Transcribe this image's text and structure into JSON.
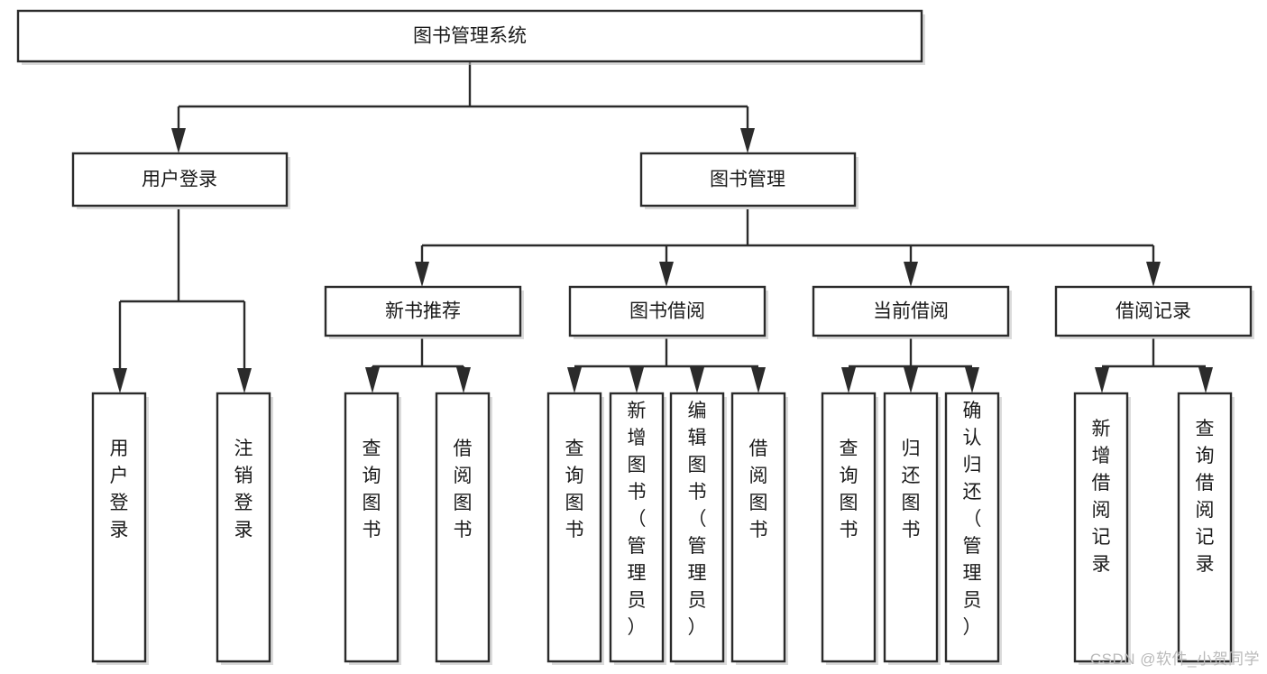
{
  "diagram": {
    "kind": "tree-hierarchy-chart",
    "title": "图书管理系统",
    "orientation": "top-down",
    "box_fill": "#ffffff",
    "box_stroke": "#2b2b2b",
    "text_color": "#1a1a1a",
    "levels": [
      {
        "level": 1,
        "nodes": [
          {
            "id": "root",
            "label": "图书管理系统",
            "text_orientation": "horizontal"
          }
        ]
      },
      {
        "level": 2,
        "nodes": [
          {
            "id": "login",
            "label": "用户登录",
            "text_orientation": "horizontal",
            "parent": "root"
          },
          {
            "id": "bookmgmt",
            "label": "图书管理",
            "text_orientation": "horizontal",
            "parent": "root"
          }
        ]
      },
      {
        "level": 3,
        "nodes": [
          {
            "id": "newbook",
            "label": "新书推荐",
            "text_orientation": "horizontal",
            "parent": "bookmgmt"
          },
          {
            "id": "borrow",
            "label": "图书借阅",
            "text_orientation": "horizontal",
            "parent": "bookmgmt"
          },
          {
            "id": "current",
            "label": "当前借阅",
            "text_orientation": "horizontal",
            "parent": "bookmgmt"
          },
          {
            "id": "record",
            "label": "借阅记录",
            "text_orientation": "horizontal",
            "parent": "bookmgmt"
          }
        ]
      },
      {
        "level": 4,
        "nodes": [
          {
            "id": "leaf-1",
            "label": "用户登录",
            "text_orientation": "vertical",
            "parent": "login"
          },
          {
            "id": "leaf-2",
            "label": "注销登录",
            "text_orientation": "vertical",
            "parent": "login"
          },
          {
            "id": "leaf-3",
            "label": "查询图书",
            "text_orientation": "vertical",
            "parent": "newbook"
          },
          {
            "id": "leaf-4",
            "label": "借阅图书",
            "text_orientation": "vertical",
            "parent": "newbook"
          },
          {
            "id": "leaf-5",
            "label": "查询图书",
            "text_orientation": "vertical",
            "parent": "borrow"
          },
          {
            "id": "leaf-6",
            "label": "新增图书（管理员）",
            "text_orientation": "vertical",
            "parent": "borrow"
          },
          {
            "id": "leaf-7",
            "label": "编辑图书（管理员）",
            "text_orientation": "vertical",
            "parent": "borrow"
          },
          {
            "id": "leaf-8",
            "label": "借阅图书",
            "text_orientation": "vertical",
            "parent": "borrow"
          },
          {
            "id": "leaf-9",
            "label": "查询图书",
            "text_orientation": "vertical",
            "parent": "current"
          },
          {
            "id": "leaf-10",
            "label": "归还图书",
            "text_orientation": "vertical",
            "parent": "current"
          },
          {
            "id": "leaf-11",
            "label": "确认归还（管理员）",
            "text_orientation": "vertical",
            "parent": "current"
          },
          {
            "id": "leaf-12",
            "label": "新增借阅记录",
            "text_orientation": "vertical",
            "parent": "record"
          },
          {
            "id": "leaf-13",
            "label": "查询借阅记录",
            "text_orientation": "vertical",
            "parent": "record"
          }
        ]
      }
    ]
  },
  "watermark": {
    "label": "CSDN @软件_小贺同学"
  }
}
